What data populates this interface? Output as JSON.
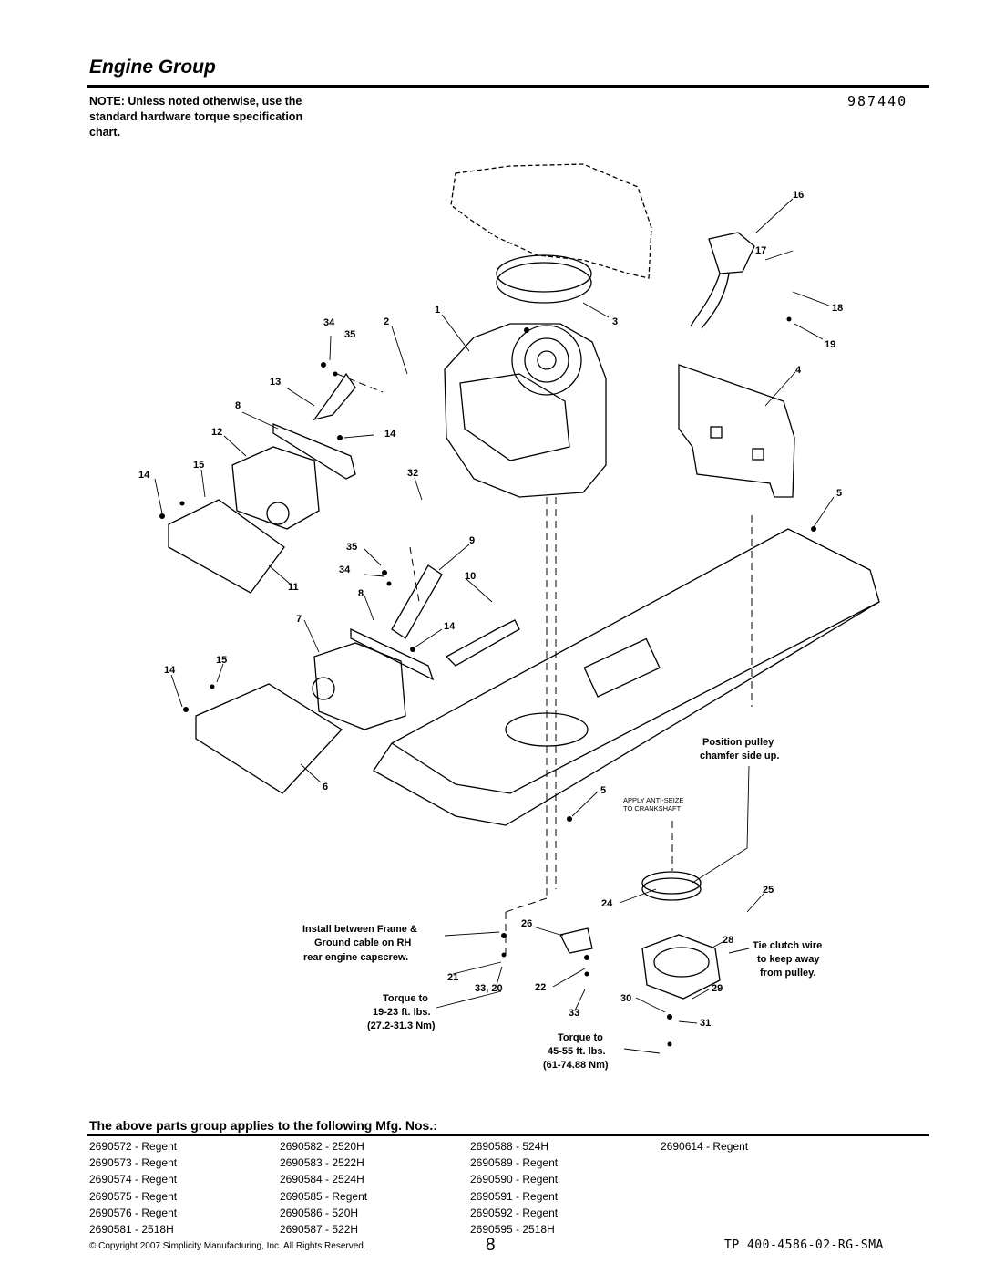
{
  "header": {
    "title": "Engine Group",
    "note": "NOTE: Unless noted otherwise, use the standard hardware torque specification chart.",
    "diagram_id": "987440"
  },
  "callouts": [
    "16",
    "17",
    "18",
    "19",
    "4",
    "5",
    "3",
    "1",
    "2",
    "34",
    "35",
    "13",
    "8",
    "12",
    "14",
    "15",
    "14",
    "11",
    "32",
    "35",
    "9",
    "34",
    "10",
    "8",
    "7",
    "14",
    "15",
    "14",
    "6",
    "5",
    "24",
    "25",
    "26",
    "28",
    "21",
    "33, 20",
    "22",
    "30",
    "29",
    "33",
    "31"
  ],
  "annotations": {
    "pulley_note_1": "Position pulley",
    "pulley_note_2": "chamfer side up.",
    "antiseize_1": "APPLY ANTI-SEIZE",
    "antiseize_2": "TO CRANKSHAFT",
    "ground_1": "Install between Frame &",
    "ground_2": "Ground cable on RH",
    "ground_3": "rear engine capscrew.",
    "torque_a_1": "Torque to",
    "torque_a_2": "19-23 ft. lbs.",
    "torque_a_3": "(27.2-31.3 Nm)",
    "torque_b_1": "Torque to",
    "torque_b_2": "45-55 ft. lbs.",
    "torque_b_3": "(61-74.88 Nm)",
    "clutch_1": "Tie clutch wire",
    "clutch_2": "to keep away",
    "clutch_3": "from pulley."
  },
  "applies_heading": "The above parts group applies to the following Mfg. Nos.:",
  "mfg_numbers": [
    [
      "2690572 - Regent",
      "2690582 - 2520H",
      "2690588 - 524H",
      "2690614 - Regent"
    ],
    [
      "2690573 - Regent",
      "2690583 - 2522H",
      "2690589 - Regent",
      ""
    ],
    [
      "2690574 - Regent",
      "2690584 - 2524H",
      "2690590 - Regent",
      ""
    ],
    [
      "2690575 - Regent",
      "2690585 - Regent",
      "2690591 - Regent",
      ""
    ],
    [
      "2690576 - Regent",
      "2690586 - 520H",
      "2690592 - Regent",
      ""
    ],
    [
      "2690581 - 2518H",
      "2690587 - 522H",
      "2690595 - 2518H",
      ""
    ]
  ],
  "footer": {
    "copyright": "© Copyright 2007 Simplicity Manufacturing, Inc. All Rights Reserved.",
    "page": "8",
    "code": "TP 400-4586-02-RG-SMA"
  }
}
